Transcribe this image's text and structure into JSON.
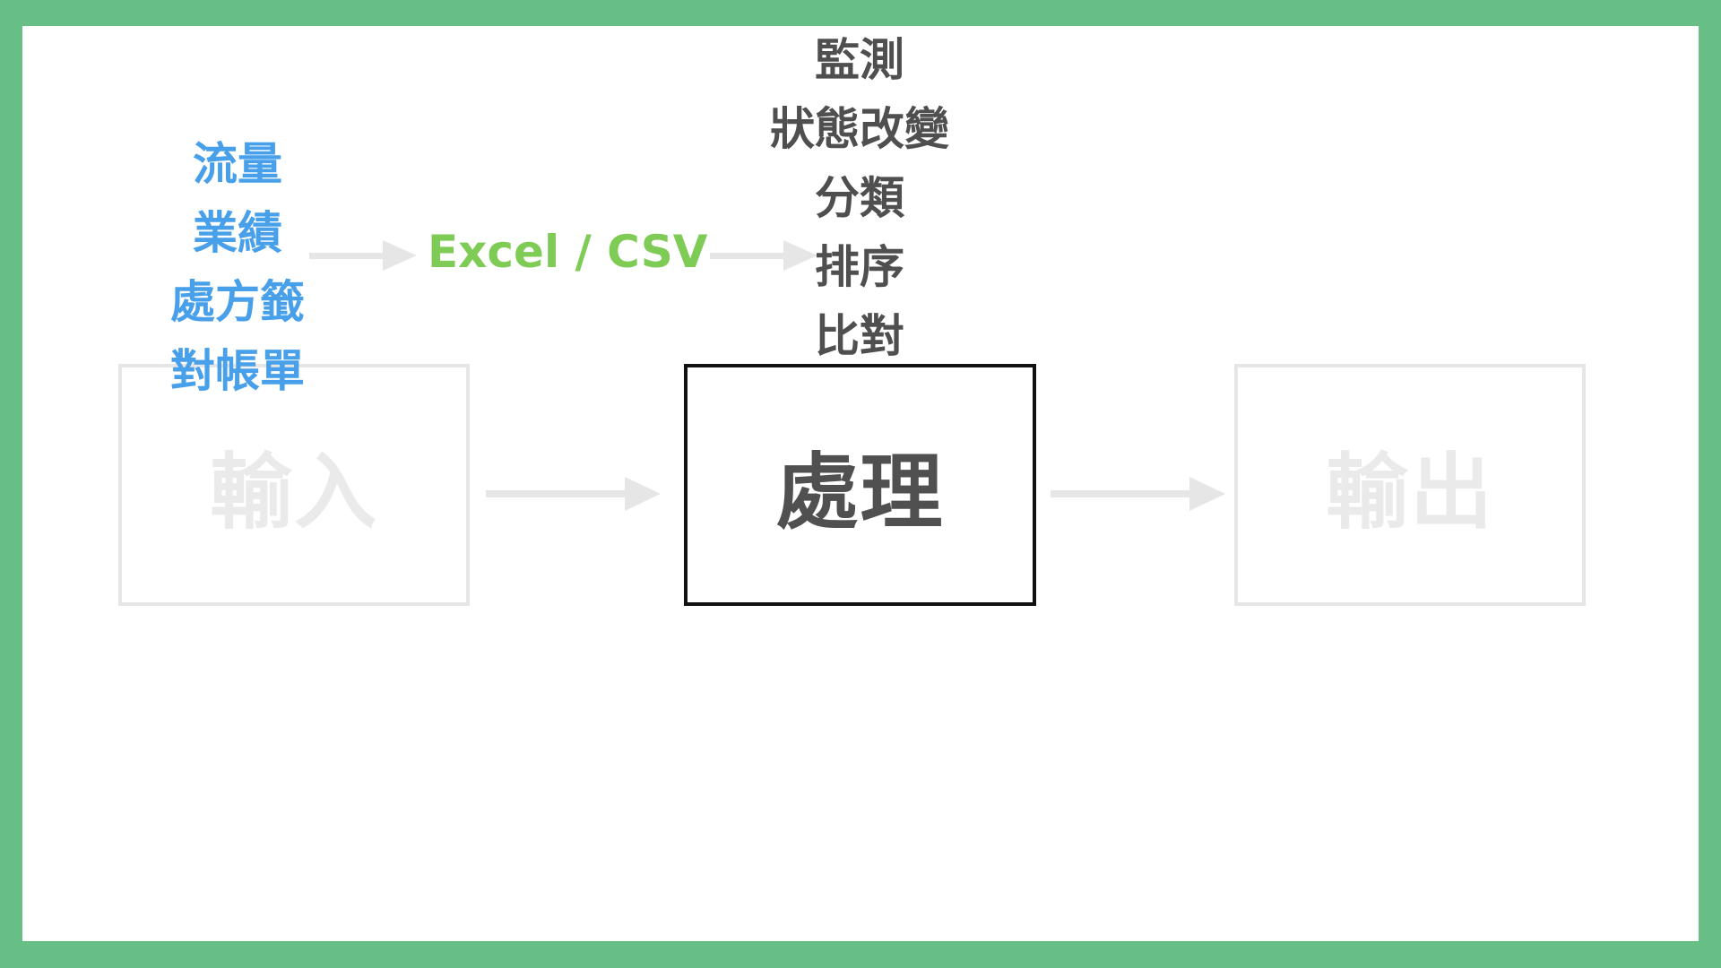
{
  "diagram": {
    "boxes": {
      "input": "輸入",
      "process": "處理",
      "output": "輸出"
    },
    "sources": [
      "流量",
      "業績",
      "處方籤",
      "對帳單"
    ],
    "format_label": "Excel / CSV",
    "operations": [
      "監測",
      "狀態改變",
      "分類",
      "排序",
      "比對"
    ]
  },
  "colors": {
    "frame": "#68bf86",
    "sources": "#48a0ea",
    "format_label": "#7ecb55",
    "operations": "#4f4f4f",
    "faded": "#e6e6e6",
    "active_border": "#111111"
  }
}
